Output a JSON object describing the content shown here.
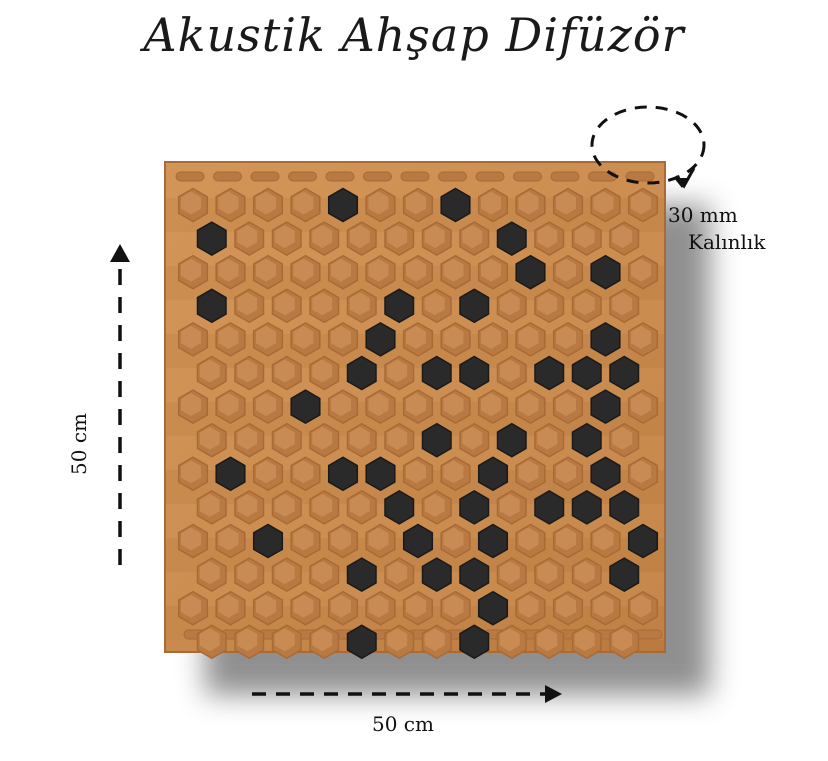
{
  "title": "Akustik Ahşap Difüzör",
  "dimensions": {
    "thickness_value": "30 mm",
    "thickness_label": "Kalınlık",
    "height": "50 cm",
    "width": "50 cm"
  },
  "colors": {
    "wood": "#c98a4e",
    "wood_light": "#dba06a",
    "wood_edge": "#a96a36",
    "hole_wood": "#b87a42",
    "felt": "#2a2a2a",
    "arrow": "#111111",
    "shadow": "#6b6b6b"
  },
  "dark_cells": [
    [
      0,
      4
    ],
    [
      0,
      7
    ],
    [
      1,
      0
    ],
    [
      1,
      8
    ],
    [
      2,
      9
    ],
    [
      2,
      11
    ],
    [
      3,
      0
    ],
    [
      3,
      5
    ],
    [
      3,
      7
    ],
    [
      4,
      5
    ],
    [
      4,
      11
    ],
    [
      5,
      4
    ],
    [
      5,
      6
    ],
    [
      5,
      7
    ],
    [
      5,
      9
    ],
    [
      5,
      10
    ],
    [
      5,
      11
    ],
    [
      6,
      3
    ],
    [
      6,
      11
    ],
    [
      7,
      6
    ],
    [
      7,
      8
    ],
    [
      7,
      10
    ],
    [
      8,
      1
    ],
    [
      8,
      4
    ],
    [
      8,
      5
    ],
    [
      8,
      8
    ],
    [
      8,
      11
    ],
    [
      9,
      5
    ],
    [
      9,
      7
    ],
    [
      9,
      9
    ],
    [
      9,
      10
    ],
    [
      9,
      11
    ],
    [
      10,
      2
    ],
    [
      10,
      6
    ],
    [
      10,
      8
    ],
    [
      10,
      12
    ],
    [
      11,
      4
    ],
    [
      11,
      6
    ],
    [
      11,
      7
    ],
    [
      11,
      11
    ],
    [
      12,
      8
    ],
    [
      13,
      4
    ],
    [
      13,
      7
    ]
  ]
}
